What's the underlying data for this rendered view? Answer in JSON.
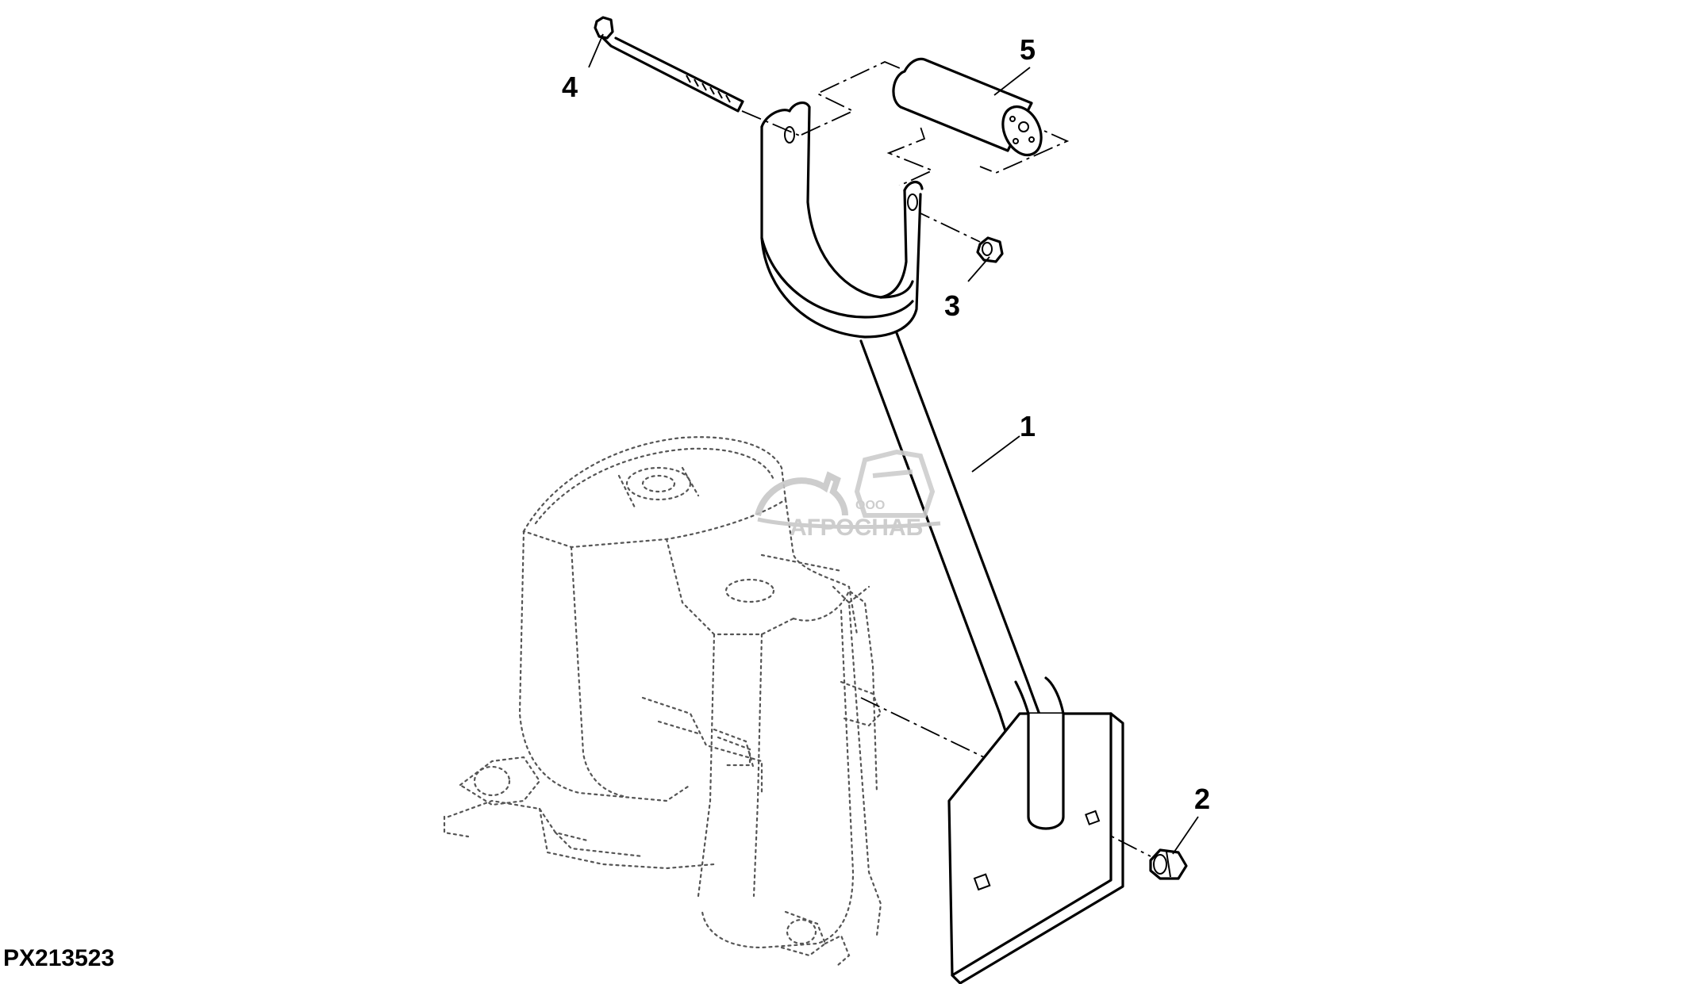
{
  "figure": {
    "id_label": "PX213523",
    "callouts": [
      "1",
      "2",
      "3",
      "4",
      "5"
    ]
  },
  "watermark": {
    "caption": "ООО",
    "name": "АГРОСНАБ"
  },
  "colors": {
    "line": "#000000",
    "hidden_line": "#555555",
    "background": "#ffffff",
    "watermark": "#c8c8c8"
  }
}
